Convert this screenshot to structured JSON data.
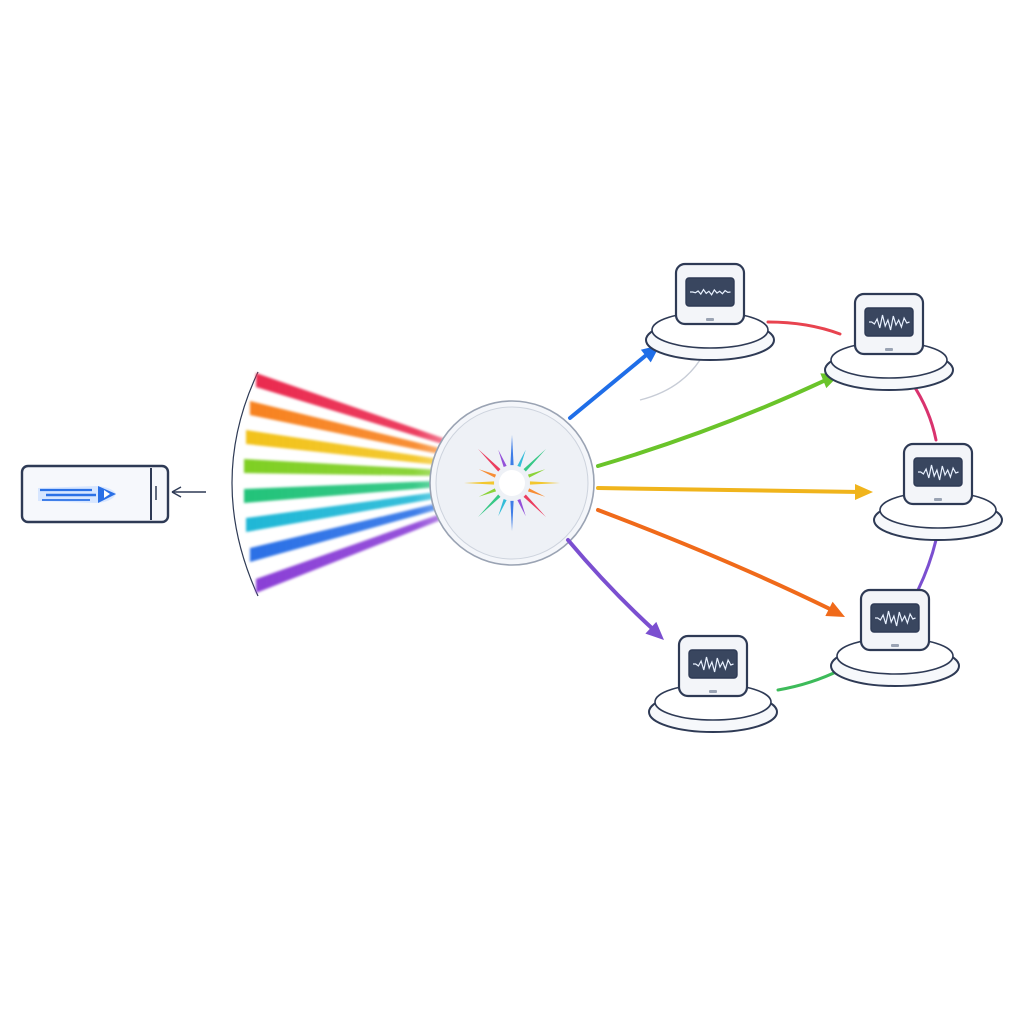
{
  "diagram": {
    "source": {
      "icon": "laser-emitter-icon"
    },
    "splitter": {
      "icon": "prism-splitter-icon"
    },
    "spectrum": [
      {
        "name": "red",
        "color": "#ea2a4f"
      },
      {
        "name": "orange",
        "color": "#f7821f"
      },
      {
        "name": "yellow",
        "color": "#f2c21a"
      },
      {
        "name": "green",
        "color": "#7fcf23"
      },
      {
        "name": "teal",
        "color": "#22c37a"
      },
      {
        "name": "cyan",
        "color": "#1fb7d6"
      },
      {
        "name": "blue",
        "color": "#2a70e6"
      },
      {
        "name": "violet",
        "color": "#8a3fd6"
      }
    ],
    "receivers": [
      {
        "name": "receiver-1",
        "icon": "waveform-monitor-icon",
        "beam_color": "#1f6ee8"
      },
      {
        "name": "receiver-2",
        "icon": "waveform-monitor-icon",
        "beam_color": "#6ac42a"
      },
      {
        "name": "receiver-3",
        "icon": "waveform-monitor-icon",
        "beam_color": "#f0b41c"
      },
      {
        "name": "receiver-4",
        "icon": "waveform-monitor-icon",
        "beam_color": "#f06a1a"
      },
      {
        "name": "receiver-5",
        "icon": "waveform-monitor-icon",
        "beam_color": "#7b4fd0"
      }
    ],
    "ring_colors": [
      "#e8434f",
      "#d9336e",
      "#7b4fd0",
      "#3dbb5a"
    ],
    "outline_color": "#2e3a55",
    "screen_color": "#39465f"
  }
}
